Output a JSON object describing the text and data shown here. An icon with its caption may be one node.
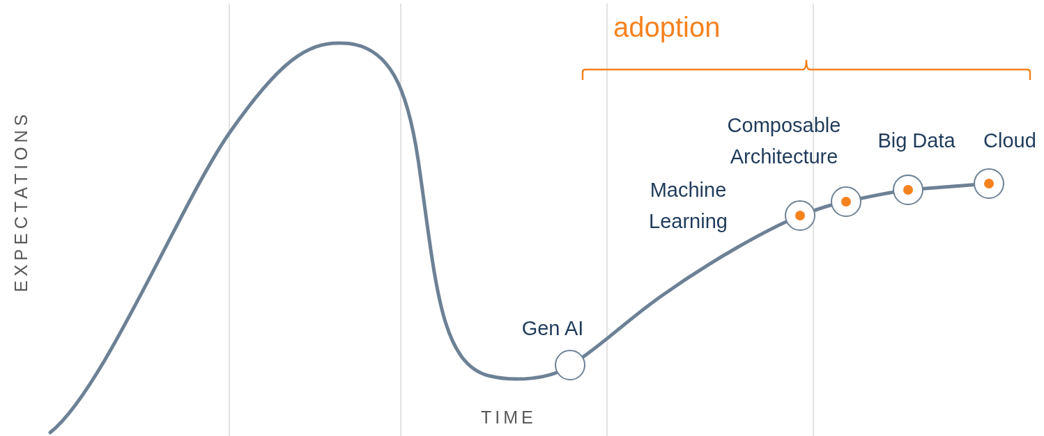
{
  "diagram": {
    "nodes": [
      {
        "text": [],
        "shape": "circle",
        "beside": [
          "Gen AI"
        ]
      },
      {
        "text": [],
        "shape": "circle",
        "beside": [
          "Machine Learning"
        ]
      },
      {
        "text": [],
        "shape": "circle",
        "beside": [
          "Composable Architecture"
        ]
      },
      {
        "text": [],
        "shape": "circle",
        "beside": [
          "Big Data"
        ]
      },
      {
        "text": [],
        "shape": "circle",
        "beside": [
          "Cloud"
        ]
      }
    ],
    "labels": [
      "adoption",
      "EXPECTATIONS",
      "TIME"
    ]
  }
}
